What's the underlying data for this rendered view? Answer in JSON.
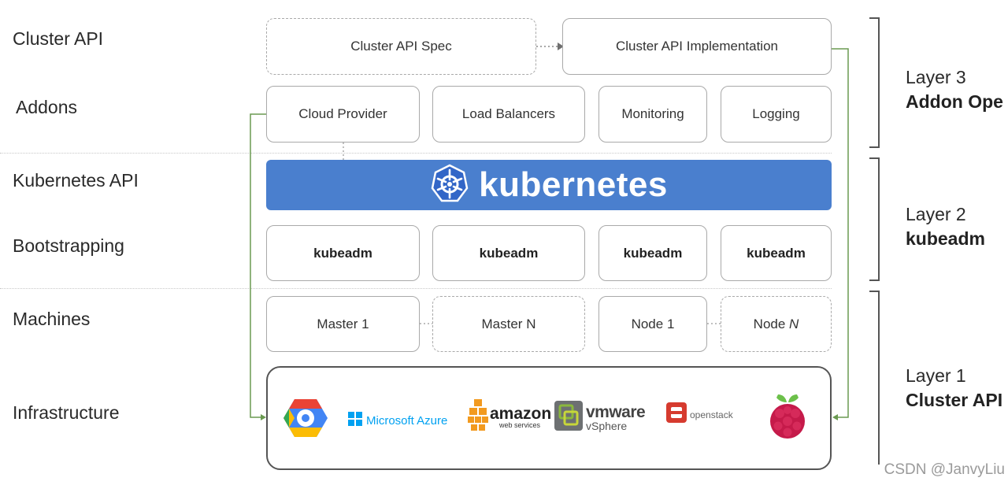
{
  "rows": {
    "cluster_api": "Cluster API",
    "addons": "Addons",
    "kubernetes_api": "Kubernetes API",
    "bootstrapping": "Bootstrapping",
    "machines": "Machines",
    "infrastructure": "Infrastructure"
  },
  "cluster_api": {
    "spec": "Cluster API Spec",
    "implementation": "Cluster API Implementation"
  },
  "addons": {
    "cloud_provider": "Cloud Provider",
    "load_balancers": "Load Balancers",
    "monitoring": "Monitoring",
    "logging": "Logging"
  },
  "kubernetes": {
    "name": "kubernetes"
  },
  "bootstrapping": {
    "items": [
      "kubeadm",
      "kubeadm",
      "kubeadm",
      "kubeadm"
    ]
  },
  "machines": {
    "master1": "Master 1",
    "masterN": "Master N",
    "node1": "Node 1",
    "nodeN_prefix": "Node ",
    "nodeN_var": "N"
  },
  "infrastructure": {
    "azure": "Microsoft Azure",
    "amazon": "amazon",
    "amazon_sub": "web services",
    "vmware": "vmware",
    "vsphere": "vSphere",
    "openstack": "openstack"
  },
  "layers": {
    "layer3_title": "Layer 3",
    "layer3_sub": "Addon Ope",
    "layer2_title": "Layer 2",
    "layer2_sub": "kubeadm",
    "layer1_title": "Layer 1",
    "layer1_sub": "Cluster API"
  },
  "watermark": "CSDN @JanvyLiu",
  "colors": {
    "kubernetes_blue": "#4a7fce",
    "connector_green": "#6a9a50",
    "google_blue": "#4285f4",
    "azure_blue": "#00a1f1",
    "aws_orange": "#f29a1f",
    "vmware_green": "#8bb83d",
    "openstack_red": "#d63b2f",
    "raspberry_red": "#c51a4a"
  },
  "icons": [
    "google-cloud-icon",
    "windows-icon",
    "aws-boxes-icon",
    "vmware-icon",
    "openstack-icon",
    "raspberry-pi-icon",
    "kubernetes-helm-icon"
  ]
}
